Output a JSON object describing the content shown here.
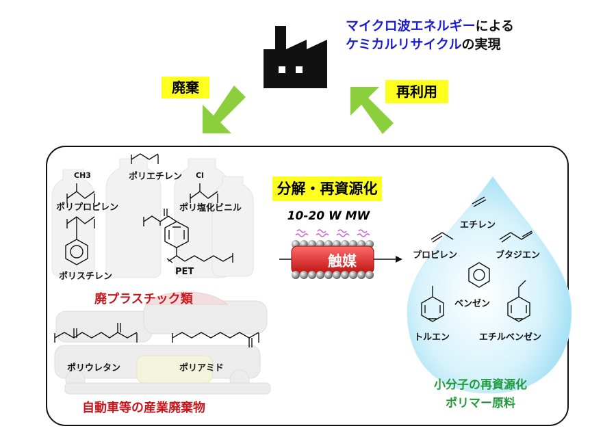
{
  "headline": {
    "line1_blue": "マイクロ波エネルギー",
    "line1_black": "による",
    "line2_blue": "ケミカルリサイクル",
    "line2_black": "の実現"
  },
  "arrows": {
    "left_label": "廃棄",
    "right_label": "再利用"
  },
  "process": {
    "title": "分解・再資源化",
    "condition": "10-20 W MW",
    "catalyst": "触媒"
  },
  "plastics": {
    "labels": {
      "pp": "ポリプロピレン",
      "pe": "ポリエチレン",
      "pvc": "ポリ塩化ビニル",
      "ps": "ポリスチレン",
      "pet": "PET",
      "ch3": "CH3",
      "cl": "Cl"
    },
    "caption": "廃プラスチック類"
  },
  "industrial": {
    "labels": {
      "pu": "ポリウレタン",
      "pa": "ポリアミド"
    },
    "caption": "自動車等の産業廃棄物"
  },
  "products": {
    "labels": {
      "ethylene": "エチレン",
      "propylene": "プロピレン",
      "butadiene": "ブタジエン",
      "benzene": "ベンゼン",
      "toluene": "トルエン",
      "ethylbenzene": "エチルベンゼン"
    },
    "caption_line1": "小分子の再資源化",
    "caption_line2": "ポリマー原料"
  },
  "colors": {
    "title_blue": "#1b1bd1",
    "label_yellow": "#ffff1e",
    "arrow_green": "#8ccf3c",
    "caption_red": "#c8161d",
    "caption_green": "#1f9a3a",
    "catalyst_red": "#e23b3b",
    "drop_blue": "#aee4f7"
  }
}
